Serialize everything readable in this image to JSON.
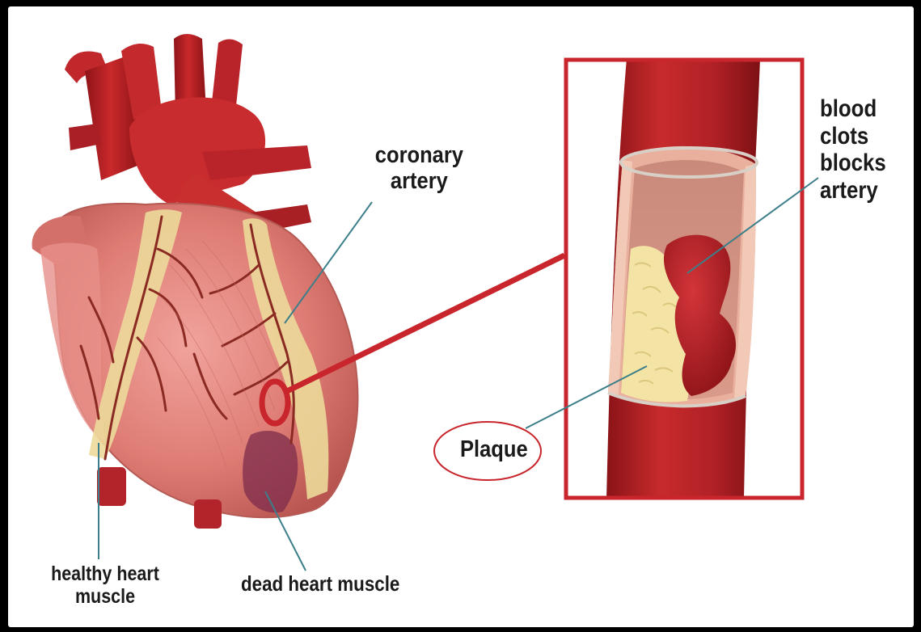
{
  "labels": {
    "coronary_artery": "coronary\nartery",
    "blood_clots": "blood\nclots\nblocks\nartery",
    "plaque": "Plaque",
    "healthy_heart_muscle": "healthy heart\nmuscle",
    "dead_heart_muscle": "dead heart muscle"
  },
  "colors": {
    "myocardium": "#e07a72",
    "artery_red": "#c0282b",
    "plaque_yellow": "#f3e4a6",
    "callout_border": "#c8262c",
    "leader_line": "#3c7f8a"
  }
}
